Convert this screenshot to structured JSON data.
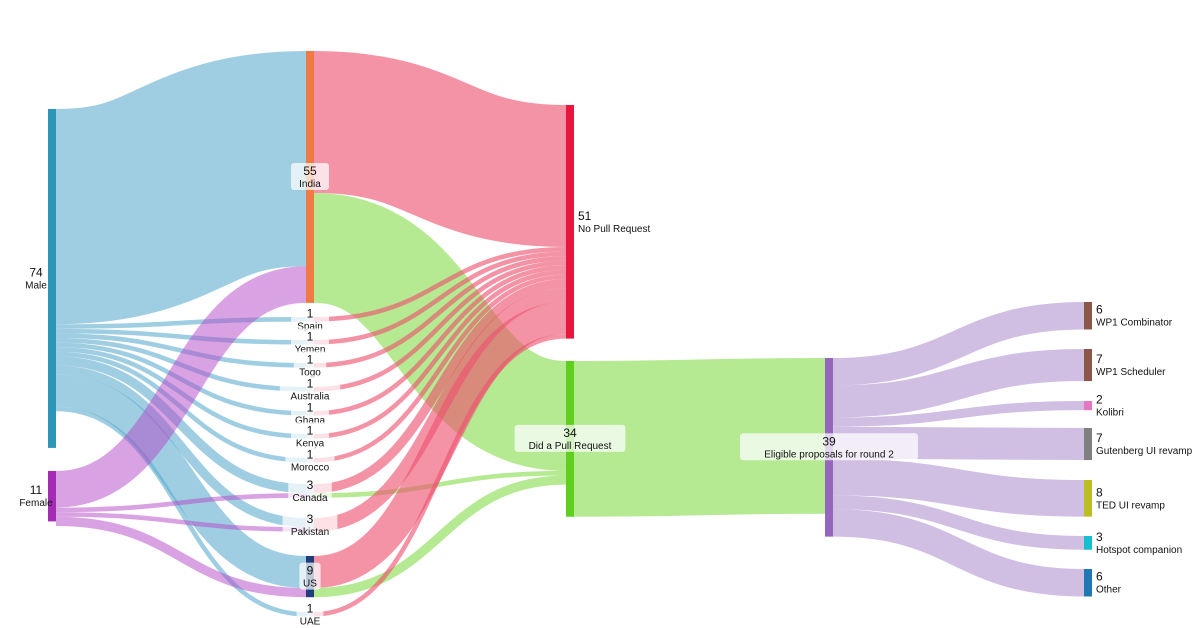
{
  "chart_data": {
    "type": "sankey",
    "nodes": [
      {
        "id": "male",
        "name": "Male",
        "value": 74,
        "color": "#2b96b8"
      },
      {
        "id": "female",
        "name": "Female",
        "value": 11,
        "color": "#a52bb7"
      },
      {
        "id": "india",
        "name": "India",
        "value": 55,
        "color": "#ef7a43"
      },
      {
        "id": "spain",
        "name": "Spain",
        "value": 1,
        "color": "#c9d8e6"
      },
      {
        "id": "yemen",
        "name": "Yemen",
        "value": 1,
        "color": "#c9d8e6"
      },
      {
        "id": "togo",
        "name": "Togo",
        "value": 1,
        "color": "#c9d8e6"
      },
      {
        "id": "australia",
        "name": "Australia",
        "value": 1,
        "color": "#c9d8e6"
      },
      {
        "id": "ghana",
        "name": "Ghana",
        "value": 1,
        "color": "#c9d8e6"
      },
      {
        "id": "kenya",
        "name": "Kenya",
        "value": 1,
        "color": "#c9d8e6"
      },
      {
        "id": "morocco",
        "name": "Morocco",
        "value": 1,
        "color": "#c9d8e6"
      },
      {
        "id": "canada",
        "name": "Canada",
        "value": 3,
        "color": "#c9d8e6"
      },
      {
        "id": "pakistan",
        "name": "Pakistan",
        "value": 3,
        "color": "#c9d8e6"
      },
      {
        "id": "us",
        "name": "US",
        "value": 9,
        "color": "#1f3d7a"
      },
      {
        "id": "uae",
        "name": "UAE",
        "value": 1,
        "color": "#c9d8e6"
      },
      {
        "id": "nopr",
        "name": "No Pull Request",
        "value": 51,
        "color": "#e8163c"
      },
      {
        "id": "pr",
        "name": "Did a Pull Request",
        "value": 34,
        "color": "#5ecf1c"
      },
      {
        "id": "elig",
        "name": "Eligible proposals for round 2",
        "value": 39,
        "color": "#9467bd"
      },
      {
        "id": "wp1c",
        "name": "WP1 Combinator",
        "value": 6,
        "color": "#8c564b"
      },
      {
        "id": "wp1s",
        "name": "WP1 Scheduler",
        "value": 7,
        "color": "#8c564b"
      },
      {
        "id": "kolibri",
        "name": "Kolibri",
        "value": 2,
        "color": "#e377c2"
      },
      {
        "id": "gut",
        "name": "Gutenberg UI revamp",
        "value": 7,
        "color": "#7f7f7f"
      },
      {
        "id": "ted",
        "name": "TED UI revamp",
        "value": 8,
        "color": "#bcbd22"
      },
      {
        "id": "hot",
        "name": "Hotspot companion",
        "value": 3,
        "color": "#17becf"
      },
      {
        "id": "other",
        "name": "Other",
        "value": 6,
        "color": "#1f77b4"
      }
    ],
    "links": [
      {
        "source": "male",
        "target": "india",
        "value": 47
      },
      {
        "source": "male",
        "target": "spain",
        "value": 1
      },
      {
        "source": "male",
        "target": "yemen",
        "value": 1
      },
      {
        "source": "male",
        "target": "togo",
        "value": 1
      },
      {
        "source": "male",
        "target": "australia",
        "value": 1
      },
      {
        "source": "male",
        "target": "ghana",
        "value": 1
      },
      {
        "source": "male",
        "target": "kenya",
        "value": 1
      },
      {
        "source": "male",
        "target": "morocco",
        "value": 1
      },
      {
        "source": "male",
        "target": "canada",
        "value": 2
      },
      {
        "source": "male",
        "target": "pakistan",
        "value": 2
      },
      {
        "source": "male",
        "target": "us",
        "value": 7
      },
      {
        "source": "male",
        "target": "uae",
        "value": 1
      },
      {
        "source": "female",
        "target": "india",
        "value": 8
      },
      {
        "source": "female",
        "target": "canada",
        "value": 1
      },
      {
        "source": "female",
        "target": "pakistan",
        "value": 1
      },
      {
        "source": "female",
        "target": "us",
        "value": 2
      },
      {
        "source": "india",
        "target": "nopr",
        "value": 31
      },
      {
        "source": "india",
        "target": "pr",
        "value": 24
      },
      {
        "source": "spain",
        "target": "nopr",
        "value": 1
      },
      {
        "source": "yemen",
        "target": "nopr",
        "value": 1
      },
      {
        "source": "togo",
        "target": "nopr",
        "value": 1
      },
      {
        "source": "australia",
        "target": "nopr",
        "value": 1
      },
      {
        "source": "ghana",
        "target": "nopr",
        "value": 1
      },
      {
        "source": "kenya",
        "target": "nopr",
        "value": 1
      },
      {
        "source": "morocco",
        "target": "nopr",
        "value": 1
      },
      {
        "source": "canada",
        "target": "nopr",
        "value": 2
      },
      {
        "source": "canada",
        "target": "pr",
        "value": 1
      },
      {
        "source": "pakistan",
        "target": "nopr",
        "value": 3
      },
      {
        "source": "us",
        "target": "nopr",
        "value": 7
      },
      {
        "source": "us",
        "target": "pr",
        "value": 2
      },
      {
        "source": "uae",
        "target": "nopr",
        "value": 1
      },
      {
        "source": "pr",
        "target": "elig",
        "value": 34
      },
      {
        "source": "elig",
        "target": "wp1c",
        "value": 6
      },
      {
        "source": "elig",
        "target": "wp1s",
        "value": 7
      },
      {
        "source": "elig",
        "target": "kolibri",
        "value": 2
      },
      {
        "source": "elig",
        "target": "gut",
        "value": 7
      },
      {
        "source": "elig",
        "target": "ted",
        "value": 8
      },
      {
        "source": "elig",
        "target": "hot",
        "value": 3
      },
      {
        "source": "elig",
        "target": "other",
        "value": 6
      }
    ]
  }
}
